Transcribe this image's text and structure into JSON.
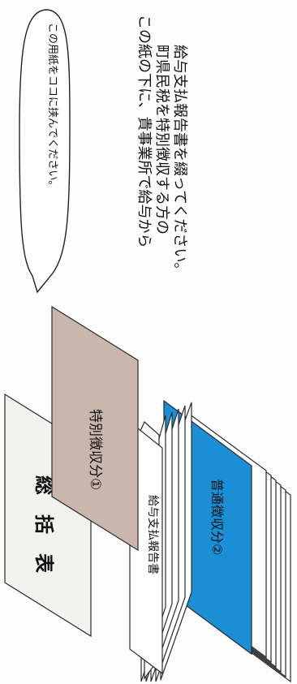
{
  "callout_text": "この用紙をココに挟んでください。",
  "instruction_lines": [
    "この紙の下に、貴事業所で給与から",
    "町県民税を特別徴収する方の",
    "給与支払報告書を綴ってください。"
  ],
  "sheets": {
    "summary_label": "総　括　表",
    "special_label": "特別徴収分①",
    "report_label": "給与支払報告書",
    "ordinary_label": "普通徴収分②"
  },
  "colors": {
    "summary_sheet": "#f2f2ef",
    "special_sheet": "#c9b6ad",
    "ordinary_sheet": "#1a8fd6",
    "report_sheet": "#ffffff"
  }
}
